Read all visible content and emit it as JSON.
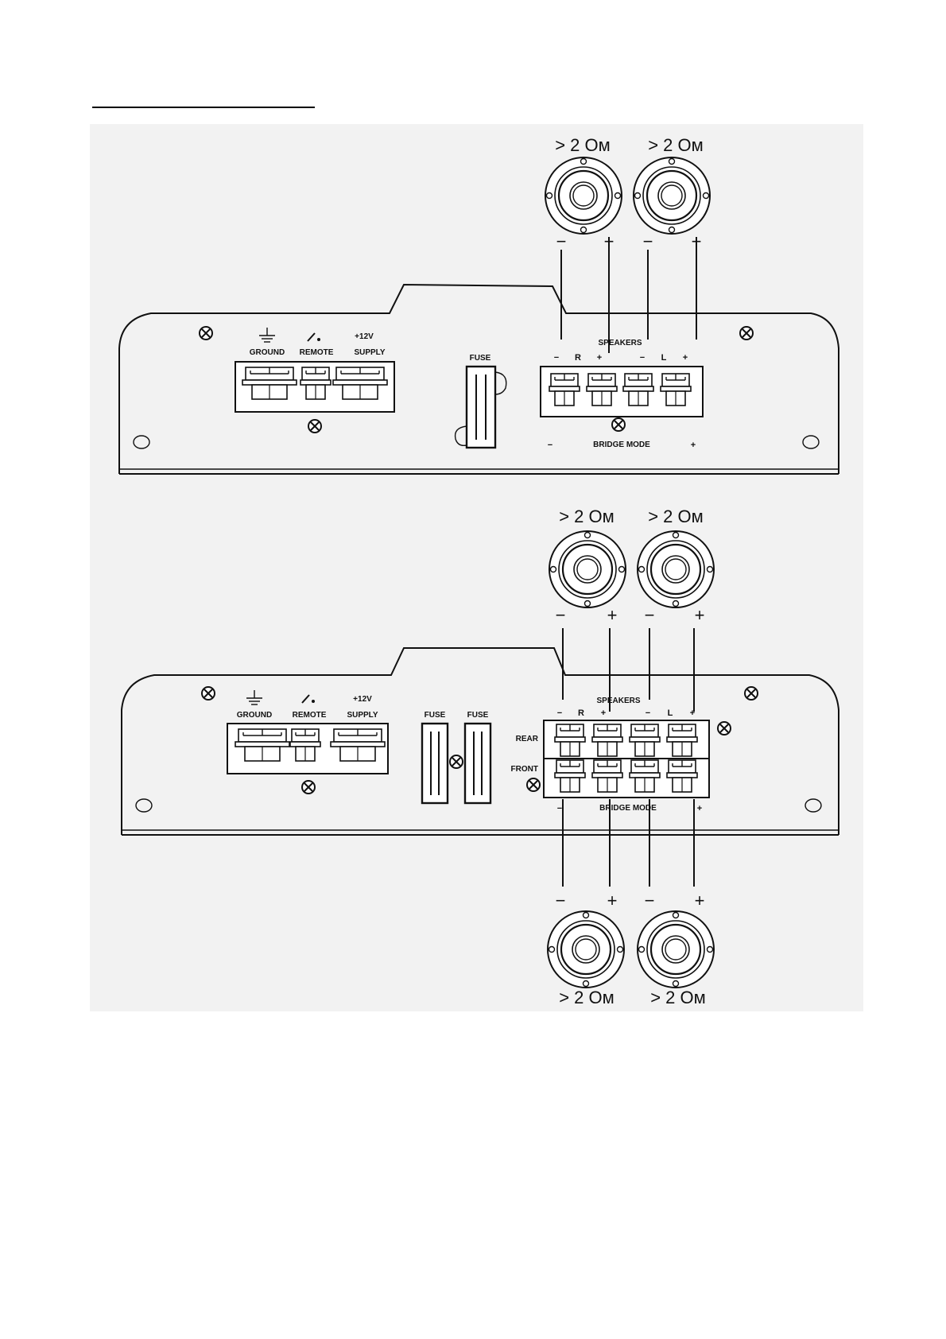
{
  "upper_amp": {
    "power_labels": {
      "ground": "GROUND",
      "remote": "REMOTE",
      "supply_top": "+12V",
      "supply": "SUPPLY"
    },
    "fuse_label": "FUSE",
    "speakers_label": "SPEAKERS",
    "terminal_marks": [
      "−",
      "R",
      "+",
      "−",
      "L",
      "+"
    ],
    "bridge_mode": {
      "minus": "−",
      "label": "BRIDGE  MODE",
      "plus": "+"
    },
    "speakers": [
      {
        "impedance": "> 2 Ом",
        "minus": "−",
        "plus": "+"
      },
      {
        "impedance": "> 2 Ом",
        "minus": "−",
        "plus": "+"
      }
    ]
  },
  "lower_amp": {
    "power_labels": {
      "ground": "GROUND",
      "remote": "REMOTE",
      "supply_top": "+12V",
      "supply": "SUPPLY"
    },
    "fuse_labels": [
      "FUSE",
      "FUSE"
    ],
    "speakers_label": "SPEAKERS",
    "terminal_marks": [
      "−",
      "R",
      "+",
      "−",
      "L",
      "+"
    ],
    "row_labels": {
      "rear": "REAR",
      "front": "FRONT"
    },
    "bridge_mode": {
      "minus": "−",
      "label": "BRIDGE  MODE",
      "plus": "+"
    },
    "top_speakers": [
      {
        "impedance": "> 2 Ом",
        "minus": "−",
        "plus": "+"
      },
      {
        "impedance": "> 2 Ом",
        "minus": "−",
        "plus": "+"
      }
    ],
    "bottom_speakers": [
      {
        "impedance": "> 2 Ом",
        "minus": "−",
        "plus": "+"
      },
      {
        "impedance": "> 2 Ом",
        "minus": "−",
        "plus": "+"
      }
    ]
  }
}
